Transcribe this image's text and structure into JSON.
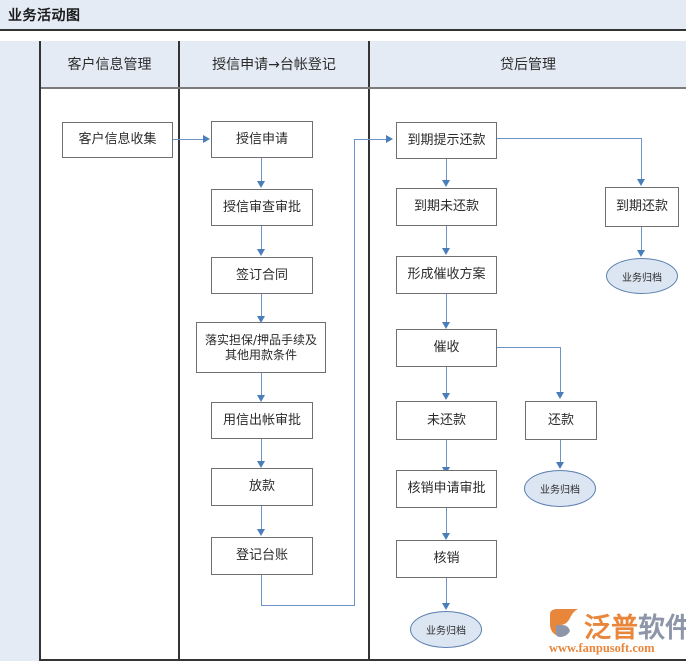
{
  "title": "业务活动图",
  "columns": [
    {
      "label": "客户信息管理"
    },
    {
      "label": "授信申请→台帐登记"
    },
    {
      "label": "贷后管理"
    }
  ],
  "nodes": {
    "customer_info_collect": "客户信息收集",
    "credit_application": "授信申请",
    "credit_review_approval": "授信审查审批",
    "sign_contract": "签订合同",
    "guarantee_formalities": "落实担保/押品手续及其他用款条件",
    "loan_disbursement_approval": "用信出帐审批",
    "disburse": "放款",
    "register_ledger": "登记台账",
    "due_reminder_repay": "到期提示还款",
    "due_unpaid": "到期未还款",
    "form_collection_plan": "形成催收方案",
    "collection": "催收",
    "not_repaid": "未还款",
    "repaid": "还款",
    "writeoff_apply_approval": "核销申请审批",
    "writeoff": "核销",
    "due_repaid": "到期还款",
    "archive_1": "业务归档",
    "archive_2": "业务归档",
    "archive_3": "业务归档"
  },
  "logo": {
    "brand_part1": "泛普",
    "brand_part2": "软件",
    "url": "www.fanpusoft.com"
  },
  "colors": {
    "header_fill": "#e4ebf5",
    "node_border": "#6f6f6f",
    "connector": "#6e93c8",
    "arrow": "#4a7ebb",
    "terminator_fill": "#dce6f2",
    "terminator_border": "#5b7fae",
    "logo_orange": "#e8863c",
    "logo_grey": "#8d96a8"
  }
}
